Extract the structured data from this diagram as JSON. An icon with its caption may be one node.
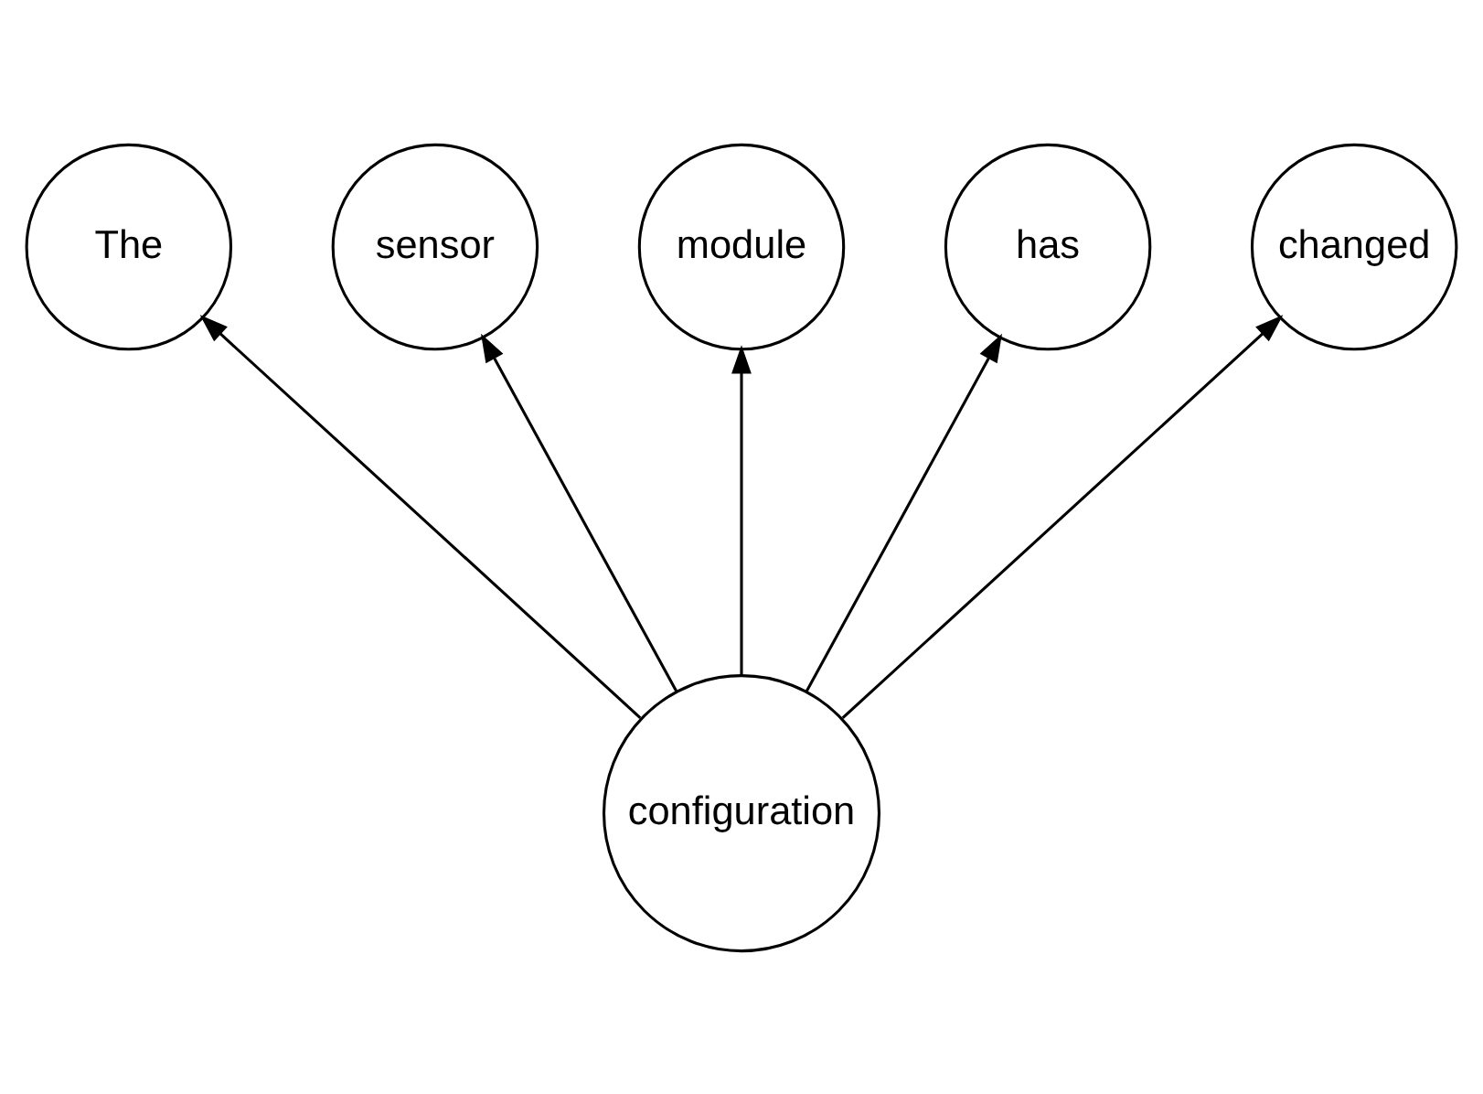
{
  "diagram": {
    "nodes": [
      {
        "text": [
          "The"
        ]
      },
      {
        "text": [
          "sensor"
        ]
      },
      {
        "text": [
          "module"
        ]
      },
      {
        "text": [
          "has"
        ]
      },
      {
        "text": [
          "changed"
        ]
      },
      {
        "text": [
          "configuration"
        ]
      }
    ],
    "edges": [
      {
        "from": 5,
        "to": 0,
        "arrow": "to"
      },
      {
        "from": 5,
        "to": 1,
        "arrow": "to"
      },
      {
        "from": 5,
        "to": 2,
        "arrow": "to"
      },
      {
        "from": 5,
        "to": 3,
        "arrow": "to"
      },
      {
        "from": 5,
        "to": 4,
        "arrow": "to"
      }
    ]
  }
}
